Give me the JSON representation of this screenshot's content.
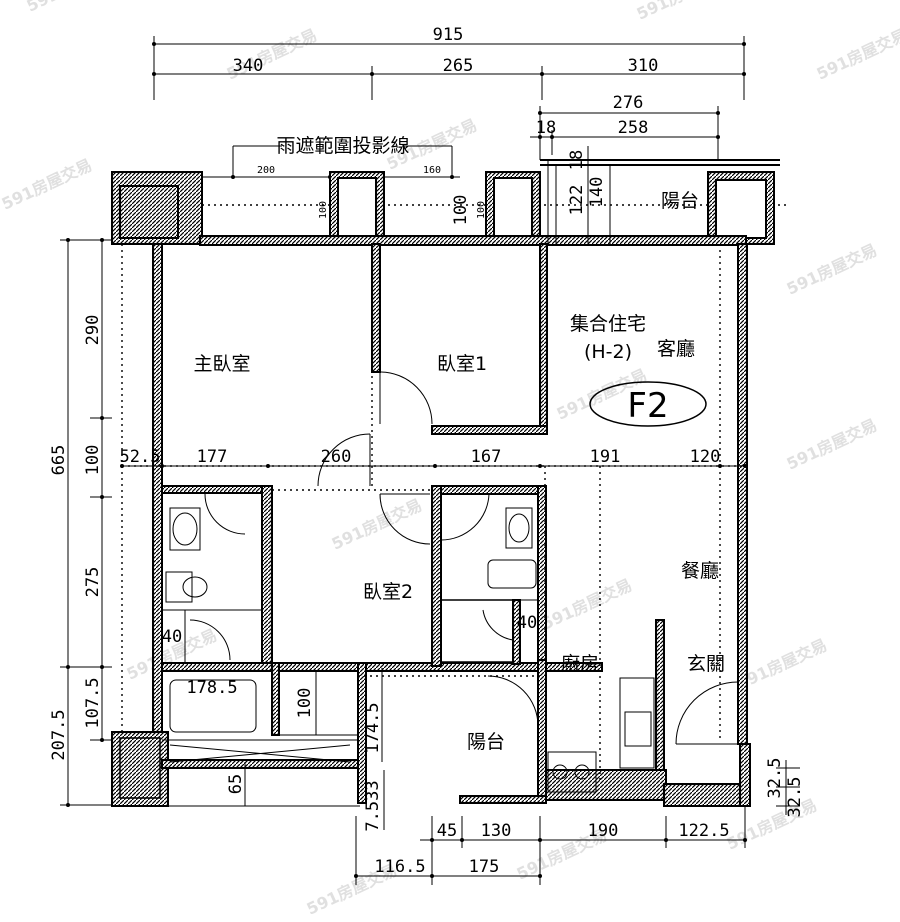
{
  "watermark": "591房屋交易",
  "unit_label_line1": "集合住宅",
  "unit_label_line2": "(H-2)",
  "unit_badge": "F2",
  "canopy_label": "雨遮範圍投影線",
  "rooms": {
    "master_bedroom": "主臥室",
    "bedroom1": "臥室1",
    "bedroom2": "臥室2",
    "living_room": "客廳",
    "dining_room": "餐廳",
    "kitchen": "廚房",
    "entrance": "玄關",
    "balcony_top": "陽台",
    "balcony_bottom": "陽台"
  },
  "dims": {
    "total_width": "915",
    "top_seg1": "340",
    "top_seg2": "265",
    "top_seg3": "310",
    "balcony_width": "276",
    "balcony_seg1": "18",
    "balcony_seg2": "258",
    "canopy_left": "200",
    "canopy_right": "160",
    "wall_gap1": "100",
    "wall_gap2": "100",
    "wall_gap3": "100",
    "balcony_depth1": "18",
    "balcony_depth2": "122",
    "balcony_depth3": "140",
    "left_total": "665",
    "left_seg1": "290",
    "left_seg2": "100",
    "left_seg3": "275",
    "left_seg4": "107.5",
    "left_seg5": "207.5",
    "mid_seg1": "52.5",
    "mid_seg2": "177",
    "mid_seg3": "260",
    "mid_seg4": "167",
    "mid_seg5": "191",
    "mid_seg6": "120",
    "bath_40a": "40",
    "bath_40b": "40",
    "bath_178": "178.5",
    "corridor_100": "100",
    "balcony_174": "174.5",
    "bottom_65": "65",
    "bottom_7533": "7.533",
    "right_32a": "32.5",
    "right_32b": "32.5",
    "bottom_seg1": "45",
    "bottom_seg2": "130",
    "bottom_seg3": "190",
    "bottom_seg4": "122.5",
    "bottom2_seg1": "116.5",
    "bottom2_seg2": "175"
  }
}
